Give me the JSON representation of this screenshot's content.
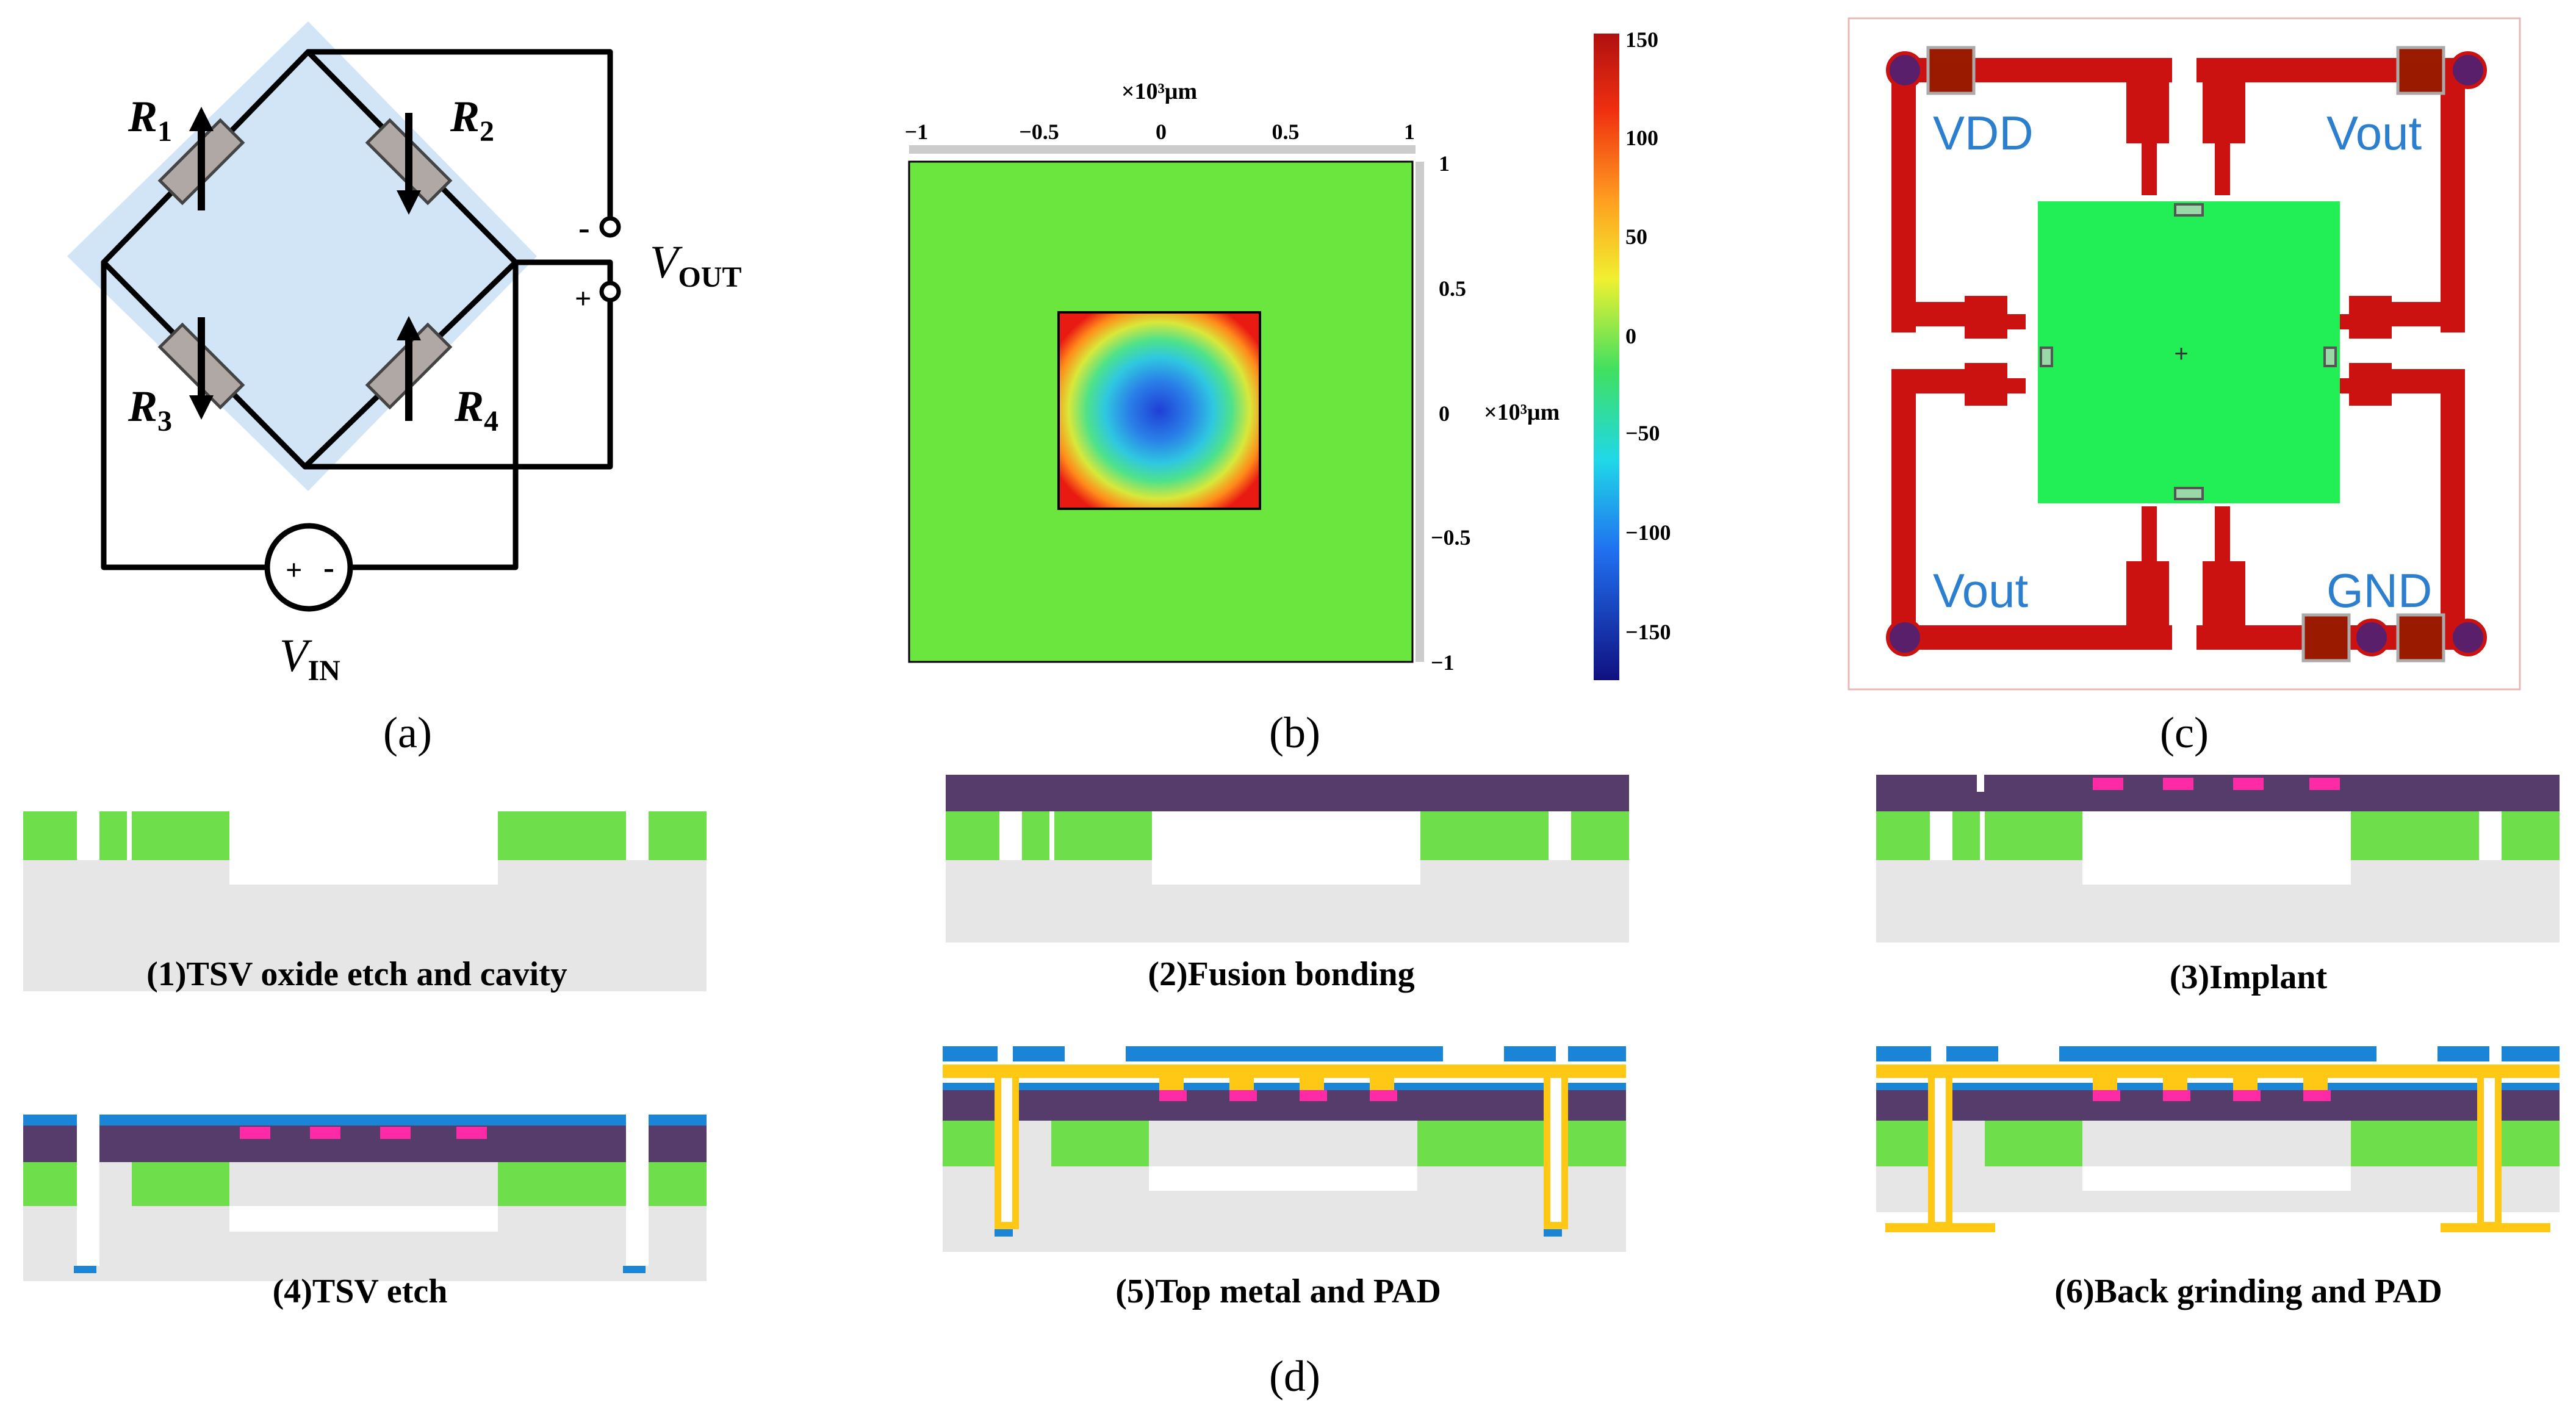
{
  "panels": {
    "a": {
      "label": "(a)",
      "resistors": [
        "R",
        "R",
        "R",
        "R"
      ],
      "subscripts": [
        "1",
        "2",
        "3",
        "4"
      ],
      "vout": {
        "main": "V",
        "sub": "OUT"
      },
      "vin": {
        "main": "V",
        "sub": "IN"
      },
      "minus": "-",
      "plus": "+",
      "source_plus": "+",
      "source_minus": "-"
    },
    "b": {
      "label": "(b)",
      "top_axis_unit": "×10³μm",
      "side_axis_unit": "×10³μm",
      "top_ticks": [
        "−1",
        "−0.5",
        "0",
        "0.5",
        "1"
      ],
      "right_ticks": [
        "1",
        "0.5",
        "0",
        "−0.5",
        "−1"
      ],
      "colorbar_ticks": [
        "150",
        "100",
        "50",
        "0",
        "−50",
        "−100",
        "−150"
      ],
      "colorbar_range": [
        -180,
        155
      ]
    },
    "c": {
      "label": "(c)",
      "pad_labels": [
        "VDD",
        "Vout",
        "Vout",
        "GND"
      ],
      "center_mark": "+"
    },
    "d": {
      "label": "(d)",
      "steps": [
        "(1)TSV oxide etch and cavity",
        "(2)Fusion bonding",
        "(3)Implant",
        "(4)TSV etch",
        "(5)Top metal and PAD",
        "(6)Back grinding and PAD"
      ]
    }
  },
  "colors": {
    "substrate": "#e6e6e6",
    "oxide": "#6ede4a",
    "device_layer": "#563c6a",
    "implant": "#ff2aa6",
    "passivation": "#1a85d6",
    "metal": "#ffc814",
    "trace_red": "#cc1111",
    "membrane_green": "#22ee55",
    "pad_dark": "#9a1a00",
    "label_blue": "#2c7fce",
    "bridge_bg": "#d2e5f6",
    "resistor_grey": "#b0a8a4"
  }
}
